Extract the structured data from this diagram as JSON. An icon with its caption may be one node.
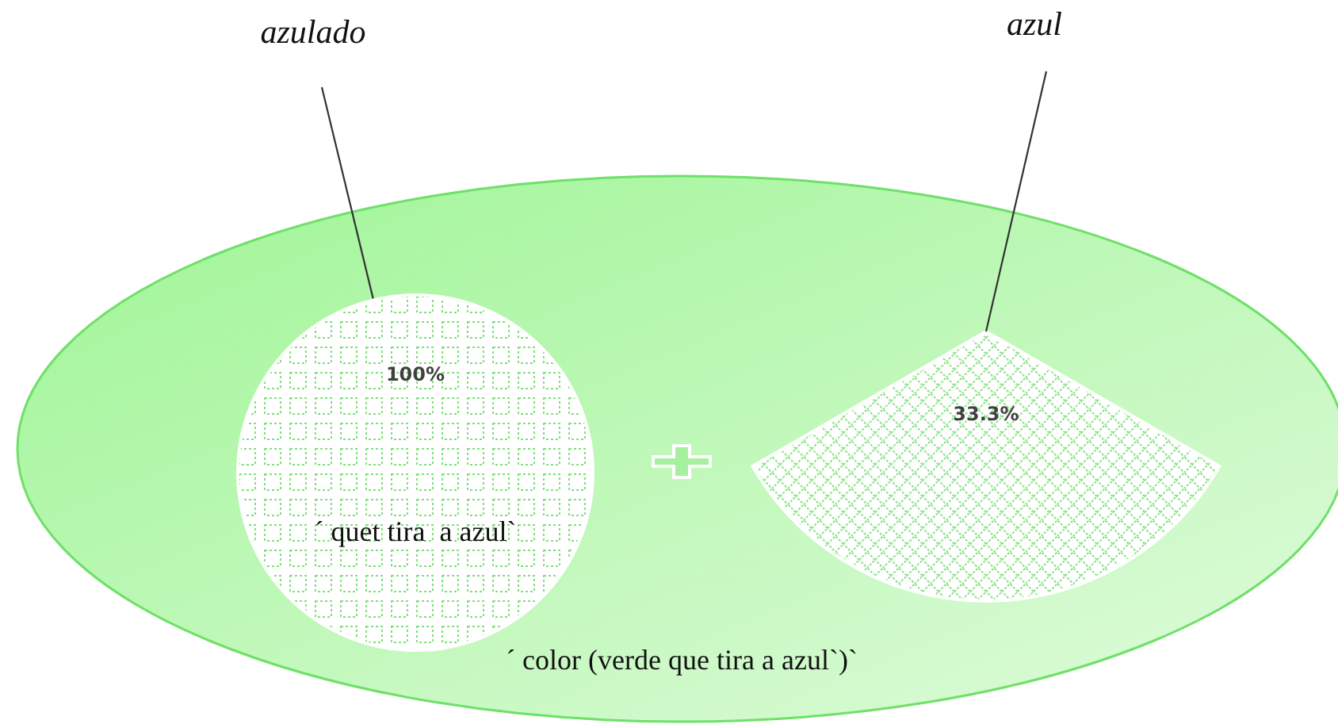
{
  "diagram": {
    "nodes": [
      {
        "text": [
          "´ color (verde que tira a azul`)`"
        ]
      },
      {
        "text": [
          "100%",
          "´ quet tira  a azul`"
        ],
        "in": 0
      },
      {
        "text": [
          "33.3%"
        ],
        "in": 0
      },
      {
        "text": [
          "azulado"
        ]
      },
      {
        "text": [
          "azul"
        ]
      }
    ],
    "edges": [
      {
        "from": 3,
        "to": 1,
        "arrow": "none"
      },
      {
        "from": 4,
        "to": 2,
        "arrow": "none"
      }
    ]
  }
}
